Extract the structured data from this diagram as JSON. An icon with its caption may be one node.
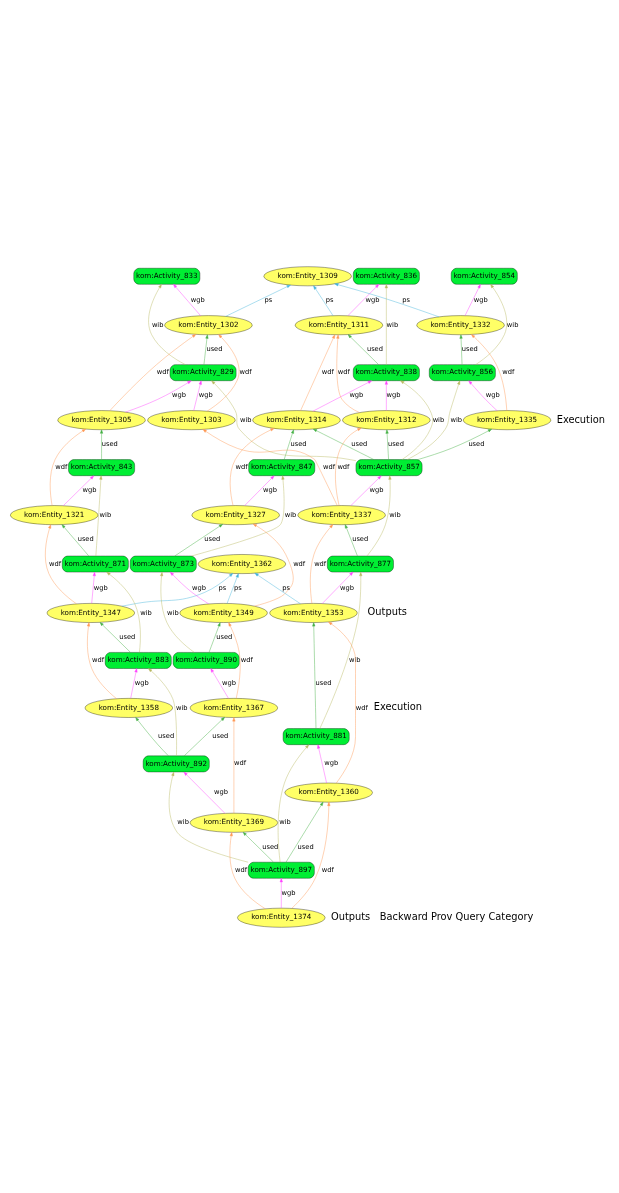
{
  "diagram": {
    "nodes": [
      {
        "text": [
          "kom:Activity_833"
        ]
      },
      {
        "text": [
          "kom:Activity_836"
        ]
      },
      {
        "text": [
          "kom:Activity_854"
        ]
      },
      {
        "text": [
          "kom:Entity_1309"
        ]
      },
      {
        "text": [
          "kom:Entity_1302"
        ]
      },
      {
        "text": [
          "kom:Entity_1311"
        ]
      },
      {
        "text": [
          "kom:Entity_1332"
        ]
      },
      {
        "text": [
          "kom:Activity_829"
        ]
      },
      {
        "text": [
          "kom:Activity_838"
        ]
      },
      {
        "text": [
          "kom:Activity_856"
        ]
      },
      {
        "text": [
          "kom:Entity_1305"
        ]
      },
      {
        "text": [
          "kom:Entity_1303"
        ]
      },
      {
        "text": [
          "kom:Entity_1314"
        ]
      },
      {
        "text": [
          "kom:Entity_1312"
        ]
      },
      {
        "text": [
          "kom:Entity_1335"
        ]
      },
      {
        "text": [
          "kom:Activity_843"
        ]
      },
      {
        "text": [
          "kom:Activity_847"
        ]
      },
      {
        "text": [
          "kom:Activity_857"
        ]
      },
      {
        "text": [
          "kom:Entity_1321"
        ]
      },
      {
        "text": [
          "kom:Entity_1327"
        ]
      },
      {
        "text": [
          "kom:Entity_1337"
        ]
      },
      {
        "text": [
          "kom:Entity_1362"
        ]
      },
      {
        "text": [
          "kom:Activity_871"
        ]
      },
      {
        "text": [
          "kom:Activity_873"
        ]
      },
      {
        "text": [
          "kom:Activity_877"
        ]
      },
      {
        "text": [
          "kom:Entity_1347"
        ]
      },
      {
        "text": [
          "kom:Entity_1349"
        ]
      },
      {
        "text": [
          "kom:Entity_1353"
        ]
      },
      {
        "text": [
          "kom:Activity_883"
        ]
      },
      {
        "text": [
          "kom:Activity_890"
        ]
      },
      {
        "text": [
          "kom:Activity_881"
        ]
      },
      {
        "text": [
          "kom:Entity_1358"
        ]
      },
      {
        "text": [
          "kom:Entity_1367"
        ]
      },
      {
        "text": [
          "kom:Entity_1360"
        ]
      },
      {
        "text": [
          "kom:Activity_892"
        ]
      },
      {
        "text": [
          "kom:Entity_1369"
        ]
      },
      {
        "text": [
          "kom:Activity_897"
        ]
      },
      {
        "text": [
          "kom:Entity_1374"
        ]
      }
    ],
    "edges": [
      {
        "from": 4,
        "to": 0,
        "arrow": "to",
        "label": "wgb",
        "color": "#ff44ff"
      },
      {
        "from": 7,
        "to": 0,
        "arrow": "to",
        "label": "wib",
        "color": "#b8b860"
      },
      {
        "from": 5,
        "to": 1,
        "arrow": "to",
        "label": "wgb",
        "color": "#ff44ff"
      },
      {
        "from": 8,
        "to": 1,
        "arrow": "to",
        "label": "wib",
        "color": "#b8b860"
      },
      {
        "from": 6,
        "to": 2,
        "arrow": "to",
        "label": "wgb",
        "color": "#ff44ff"
      },
      {
        "from": 9,
        "to": 2,
        "arrow": "to",
        "label": "wib",
        "color": "#b8b860"
      },
      {
        "from": 4,
        "to": 3,
        "arrow": "to",
        "label": "ps",
        "color": "#44b4dc"
      },
      {
        "from": 5,
        "to": 3,
        "arrow": "to",
        "label": "ps",
        "color": "#44b4dc"
      },
      {
        "from": 6,
        "to": 3,
        "arrow": "to",
        "label": "ps",
        "color": "#44b4dc"
      },
      {
        "from": 7,
        "to": 4,
        "arrow": "to",
        "label": "used",
        "color": "#44b044"
      },
      {
        "from": 10,
        "to": 4,
        "arrow": "to",
        "label": "wdf",
        "color": "#ff9955"
      },
      {
        "from": 11,
        "to": 4,
        "arrow": "to",
        "label": "wdf",
        "color": "#ff9955"
      },
      {
        "from": 12,
        "to": 5,
        "arrow": "to",
        "label": "wdf",
        "color": "#ff9955"
      },
      {
        "from": 13,
        "to": 5,
        "arrow": "to",
        "label": "wdf",
        "color": "#ff9955"
      },
      {
        "from": 8,
        "to": 5,
        "arrow": "to",
        "label": "used",
        "color": "#44b044"
      },
      {
        "from": 9,
        "to": 6,
        "arrow": "to",
        "label": "used",
        "color": "#44b044"
      },
      {
        "from": 14,
        "to": 6,
        "arrow": "to",
        "label": "wdf",
        "color": "#ff9955"
      },
      {
        "from": 10,
        "to": 7,
        "arrow": "to",
        "label": "wgb",
        "color": "#ff44ff"
      },
      {
        "from": 11,
        "to": 7,
        "arrow": "to",
        "label": "wgb",
        "color": "#ff44ff"
      },
      {
        "from": 17,
        "to": 7,
        "arrow": "to",
        "label": "wib",
        "color": "#b8b860"
      },
      {
        "from": 12,
        "to": 8,
        "arrow": "to",
        "label": "wgb",
        "color": "#ff44ff"
      },
      {
        "from": 13,
        "to": 8,
        "arrow": "to",
        "label": "wgb",
        "color": "#ff44ff"
      },
      {
        "from": 17,
        "to": 8,
        "arrow": "to",
        "label": "wib",
        "color": "#b8b860"
      },
      {
        "from": 14,
        "to": 9,
        "arrow": "to",
        "label": "wgb",
        "color": "#ff44ff"
      },
      {
        "from": 17,
        "to": 9,
        "arrow": "to",
        "label": "wib",
        "color": "#b8b860"
      },
      {
        "from": 15,
        "to": 10,
        "arrow": "to",
        "label": "used",
        "color": "#44b044"
      },
      {
        "from": 18,
        "to": 10,
        "arrow": "to",
        "label": "wdf",
        "color": "#ff9955"
      },
      {
        "from": 20,
        "to": 11,
        "arrow": "to",
        "label": "wdf",
        "color": "#ff9955"
      },
      {
        "from": 19,
        "to": 12,
        "arrow": "to",
        "label": "wdf",
        "color": "#ff9955"
      },
      {
        "from": 16,
        "to": 12,
        "arrow": "to",
        "label": "used",
        "color": "#44b044"
      },
      {
        "from": 17,
        "to": 12,
        "arrow": "to",
        "label": "used",
        "color": "#44b044"
      },
      {
        "from": 20,
        "to": 13,
        "arrow": "to",
        "label": "wdf",
        "color": "#ff9955"
      },
      {
        "from": 17,
        "to": 13,
        "arrow": "to",
        "label": "used",
        "color": "#44b044"
      },
      {
        "from": 17,
        "to": 14,
        "arrow": "to",
        "label": "used",
        "color": "#44b044"
      },
      {
        "from": 18,
        "to": 15,
        "arrow": "to",
        "label": "wgb",
        "color": "#ff44ff"
      },
      {
        "from": 22,
        "to": 15,
        "arrow": "to",
        "label": "wib",
        "color": "#b8b860"
      },
      {
        "from": 19,
        "to": 16,
        "arrow": "to",
        "label": "wgb",
        "color": "#ff44ff"
      },
      {
        "from": 23,
        "to": 16,
        "arrow": "to",
        "label": "wib",
        "color": "#b8b860"
      },
      {
        "from": 20,
        "to": 17,
        "arrow": "to",
        "label": "wgb",
        "color": "#ff44ff"
      },
      {
        "from": 24,
        "to": 17,
        "arrow": "to",
        "label": "wib",
        "color": "#b8b860"
      },
      {
        "from": 22,
        "to": 18,
        "arrow": "to",
        "label": "used",
        "color": "#44b044"
      },
      {
        "from": 25,
        "to": 18,
        "arrow": "to",
        "label": "wdf",
        "color": "#ff9955"
      },
      {
        "from": 26,
        "to": 19,
        "arrow": "to",
        "label": "wdf",
        "color": "#ff9955"
      },
      {
        "from": 23,
        "to": 19,
        "arrow": "to",
        "label": "used",
        "color": "#44b044"
      },
      {
        "from": 27,
        "to": 20,
        "arrow": "to",
        "label": "wdf",
        "color": "#ff9955"
      },
      {
        "from": 24,
        "to": 20,
        "arrow": "to",
        "label": "used",
        "color": "#44b044"
      },
      {
        "from": 25,
        "to": 21,
        "arrow": "to",
        "label": "ps",
        "color": "#44b4dc"
      },
      {
        "from": 26,
        "to": 21,
        "arrow": "to",
        "label": "ps",
        "color": "#44b4dc"
      },
      {
        "from": 27,
        "to": 21,
        "arrow": "to",
        "label": "ps",
        "color": "#44b4dc"
      },
      {
        "from": 25,
        "to": 22,
        "arrow": "to",
        "label": "wgb",
        "color": "#ff44ff"
      },
      {
        "from": 28,
        "to": 22,
        "arrow": "to",
        "label": "wib",
        "color": "#b8b860"
      },
      {
        "from": 26,
        "to": 23,
        "arrow": "to",
        "label": "wgb",
        "color": "#ff44ff"
      },
      {
        "from": 29,
        "to": 23,
        "arrow": "to",
        "label": "wib",
        "color": "#b8b860"
      },
      {
        "from": 27,
        "to": 24,
        "arrow": "to",
        "label": "wgb",
        "color": "#ff44ff"
      },
      {
        "from": 30,
        "to": 24,
        "arrow": "to",
        "label": "wib",
        "color": "#b8b860"
      },
      {
        "from": 28,
        "to": 25,
        "arrow": "to",
        "label": "used",
        "color": "#44b044"
      },
      {
        "from": 31,
        "to": 25,
        "arrow": "to",
        "label": "wdf",
        "color": "#ff9955"
      },
      {
        "from": 29,
        "to": 26,
        "arrow": "to",
        "label": "used",
        "color": "#44b044"
      },
      {
        "from": 32,
        "to": 26,
        "arrow": "to",
        "label": "wdf",
        "color": "#ff9955"
      },
      {
        "from": 30,
        "to": 27,
        "arrow": "to",
        "label": "used",
        "color": "#44b044"
      },
      {
        "from": 33,
        "to": 27,
        "arrow": "to",
        "label": "wdf",
        "color": "#ff9955"
      },
      {
        "from": 31,
        "to": 28,
        "arrow": "to",
        "label": "wgb",
        "color": "#ff44ff"
      },
      {
        "from": 34,
        "to": 28,
        "arrow": "to",
        "label": "wib",
        "color": "#b8b860"
      },
      {
        "from": 32,
        "to": 29,
        "arrow": "to",
        "label": "wgb",
        "color": "#ff44ff"
      },
      {
        "from": 33,
        "to": 30,
        "arrow": "to",
        "label": "wgb",
        "color": "#ff44ff"
      },
      {
        "from": 36,
        "to": 30,
        "arrow": "to",
        "label": "wib",
        "color": "#b8b860"
      },
      {
        "from": 34,
        "to": 31,
        "arrow": "to",
        "label": "used",
        "color": "#44b044"
      },
      {
        "from": 34,
        "to": 32,
        "arrow": "to",
        "label": "used",
        "color": "#44b044"
      },
      {
        "from": 35,
        "to": 32,
        "arrow": "to",
        "label": "wdf",
        "color": "#ff9955"
      },
      {
        "from": 37,
        "to": 33,
        "arrow": "to",
        "label": "wdf",
        "color": "#ff9955"
      },
      {
        "from": 36,
        "to": 33,
        "arrow": "to",
        "label": "used",
        "color": "#44b044"
      },
      {
        "from": 35,
        "to": 34,
        "arrow": "to",
        "label": "wgb",
        "color": "#ff44ff"
      },
      {
        "from": 36,
        "to": 34,
        "arrow": "to",
        "label": "wib",
        "color": "#b8b860"
      },
      {
        "from": 36,
        "to": 35,
        "arrow": "to",
        "label": "used",
        "color": "#44b044"
      },
      {
        "from": 37,
        "to": 35,
        "arrow": "to",
        "label": "wdf",
        "color": "#ff9955"
      },
      {
        "from": 37,
        "to": 36,
        "arrow": "to",
        "label": "wgb",
        "color": "#ff44ff"
      }
    ],
    "labels": [
      "Execution",
      "Outputs",
      "Execution",
      "Outputs",
      "Backward Prov Query Category"
    ]
  }
}
